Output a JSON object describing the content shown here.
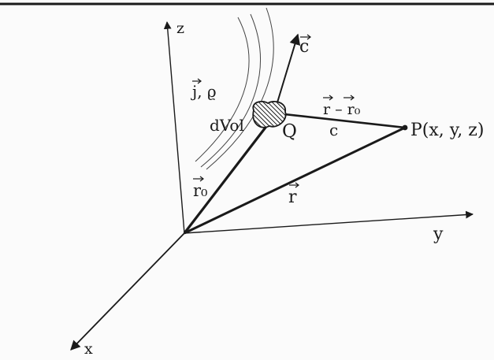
{
  "diagram": {
    "axes": {
      "x_label": "x",
      "y_label": "y",
      "z_label": "z"
    },
    "labels": {
      "c_vector": "c",
      "j_rho": "j, ϱ",
      "d_vol": "dVol",
      "point_q": "Q",
      "r_minus_r0": "r – r₀",
      "c_scalar": "c",
      "point_p": "P(x, y, z)",
      "r0_vector": "r₀",
      "r_vector": "r"
    },
    "colors": {
      "ink": "#1a1a1a",
      "paper": "#fbfbfb"
    }
  }
}
